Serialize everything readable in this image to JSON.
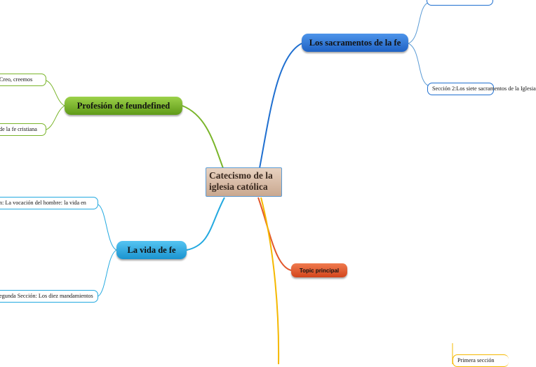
{
  "central": {
    "label": "Catecismo de la iglesia católica"
  },
  "branches": [
    {
      "label": "Los sacramentos de la fe",
      "color": "#1f6fd0",
      "children": [
        "",
        "Sección 2:Los siete sacramentos de la Iglesia"
      ]
    },
    {
      "label": "Profesión de feundefined",
      "color": "#7ab52a",
      "children": [
        "Creo, creemos",
        "de la fe cristiana"
      ]
    },
    {
      "label": "La vida de fe",
      "color": "#23a9e0",
      "children": [
        "n: La vocación del hombre: la vida en",
        "egunda Sección: Los diez mandamientos"
      ]
    },
    {
      "label": "Topic principal",
      "color": "#e2572b",
      "children": []
    },
    {
      "label": "",
      "color": "#f5b800",
      "children": [
        "Primera sección"
      ]
    }
  ]
}
